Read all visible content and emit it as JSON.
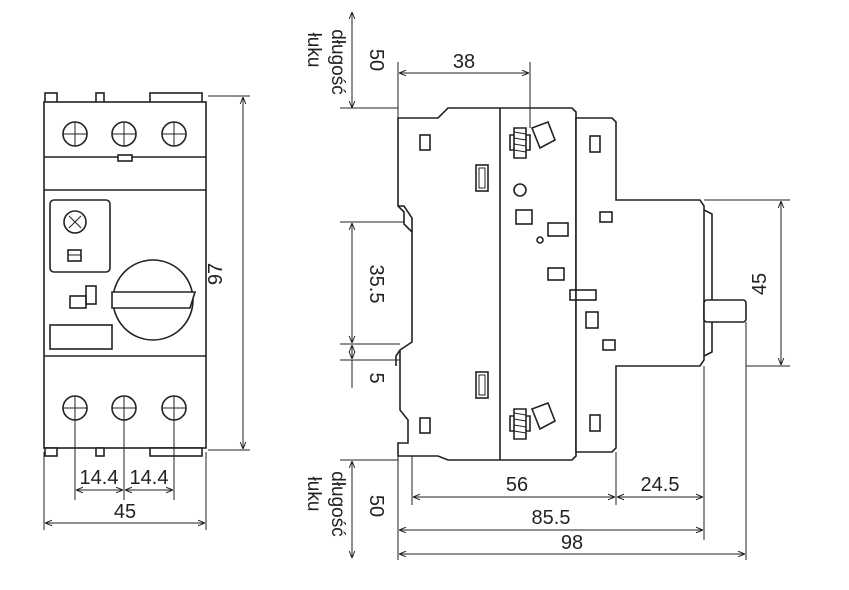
{
  "front_view": {
    "height_label": "97",
    "width_label": "45",
    "pitch_left_label": "14.4",
    "pitch_right_label": "14.4"
  },
  "side_view": {
    "top_offset_label": "50",
    "bottom_offset_label": "50",
    "arc_label_line1": "długość",
    "arc_label_line2": "łuku",
    "depth_front_label": "38",
    "rail_height_label": "35.5",
    "rail_offset_label": "5",
    "mount_height_label": "45",
    "depth_body_label": "56",
    "knob_depth_label": "24.5",
    "depth_total_body_label": "85.5",
    "depth_total_label": "98"
  }
}
